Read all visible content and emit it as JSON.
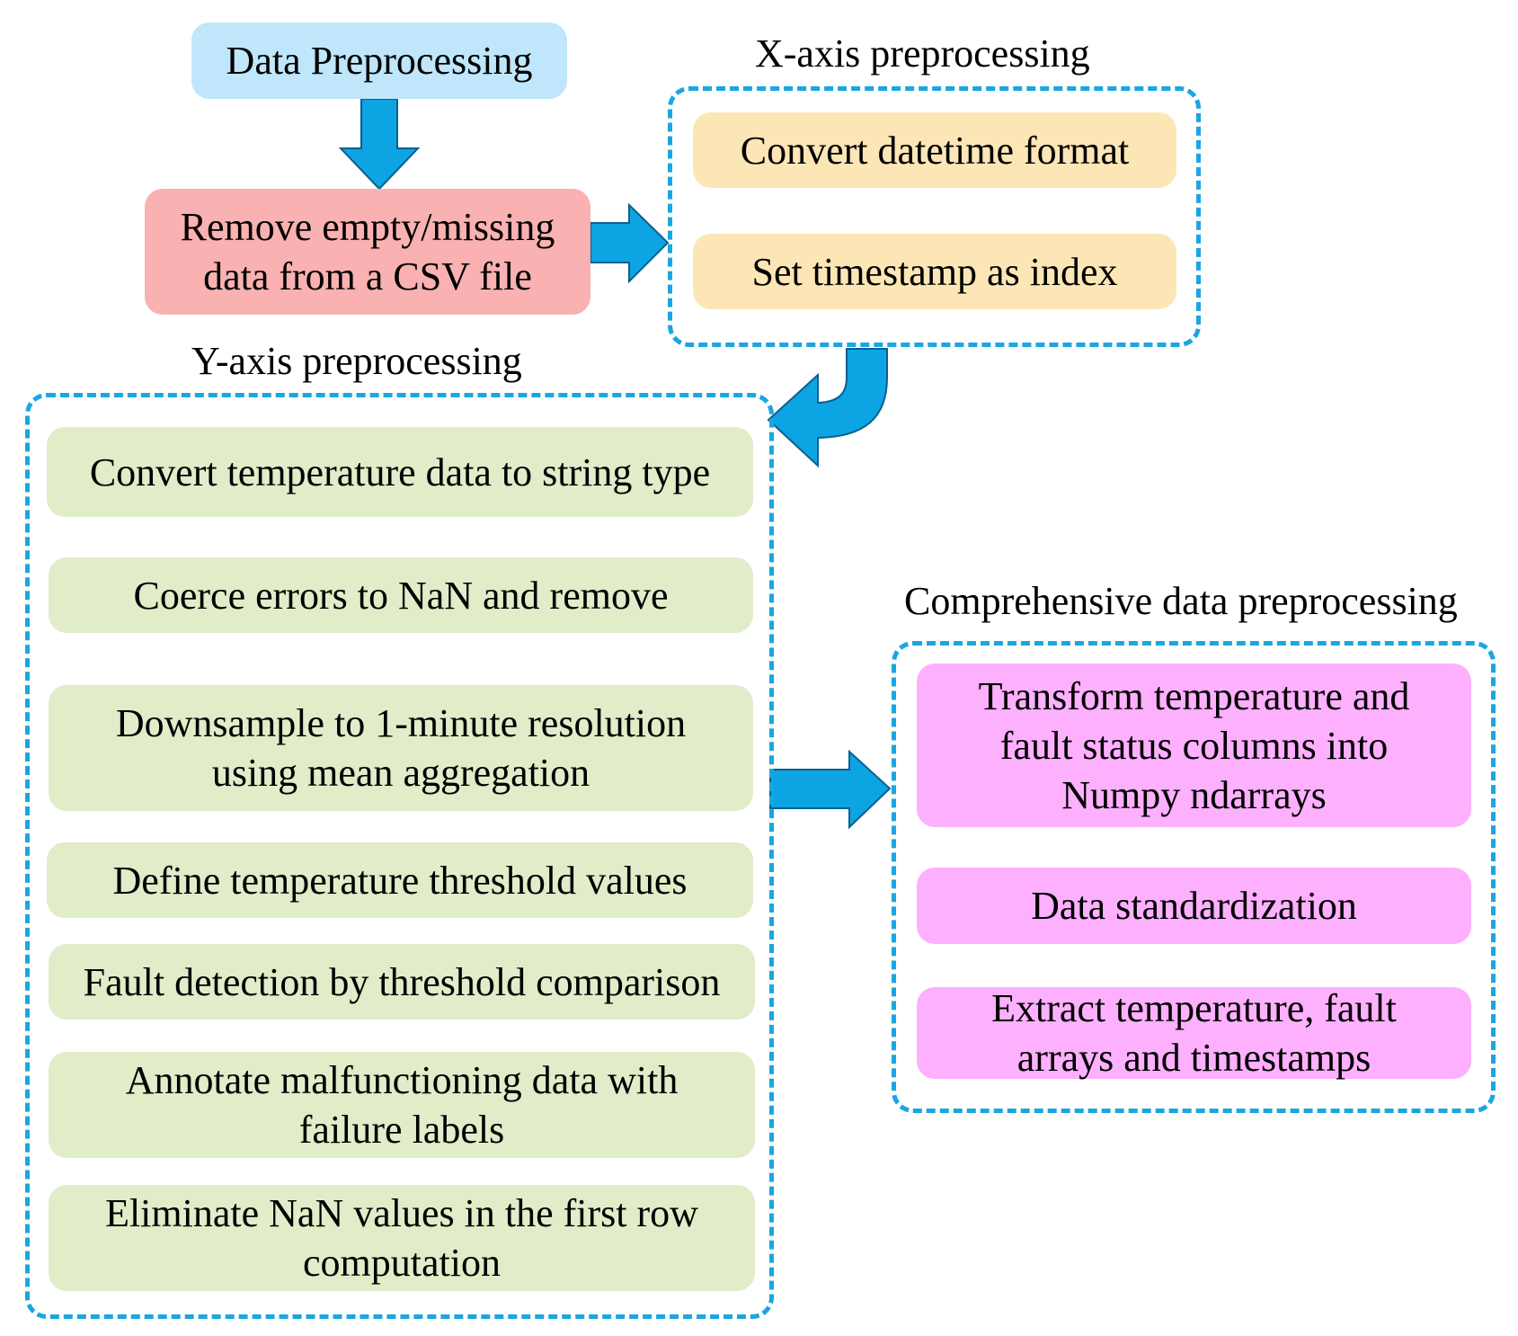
{
  "start": {
    "label": "Data Preprocessing"
  },
  "remove_step": {
    "label": "Remove empty/missing\ndata from a CSV file"
  },
  "x_axis": {
    "title": "X-axis preprocessing",
    "steps": [
      "Convert datetime format",
      "Set timestamp as index"
    ]
  },
  "y_axis": {
    "title": "Y-axis preprocessing",
    "steps": [
      "Convert temperature data to string type",
      "Coerce errors to NaN and remove",
      "Downsample to 1-minute resolution\nusing mean aggregation",
      "Define temperature threshold values",
      "Fault detection by threshold comparison",
      "Annotate malfunctioning data with\nfailure labels",
      "Eliminate NaN values in the first row\ncomputation"
    ]
  },
  "comprehensive": {
    "title": "Comprehensive data preprocessing",
    "steps": [
      "Transform temperature and\nfault status columns into\nNumpy ndarrays",
      "Data standardization",
      "Extract temperature, fault\narrays and timestamps"
    ]
  },
  "colors": {
    "arrow_fill": "#0da4e3",
    "arrow_stroke": "#0b5f8f",
    "dashed_border": "#1aa6e2",
    "start_box": "#bfe6fb",
    "remove_box": "#f9b1b1",
    "x_axis_box": "#fde6b6",
    "y_axis_box": "#e1ecc9",
    "comprehensive_box": "#fdb0fd"
  }
}
